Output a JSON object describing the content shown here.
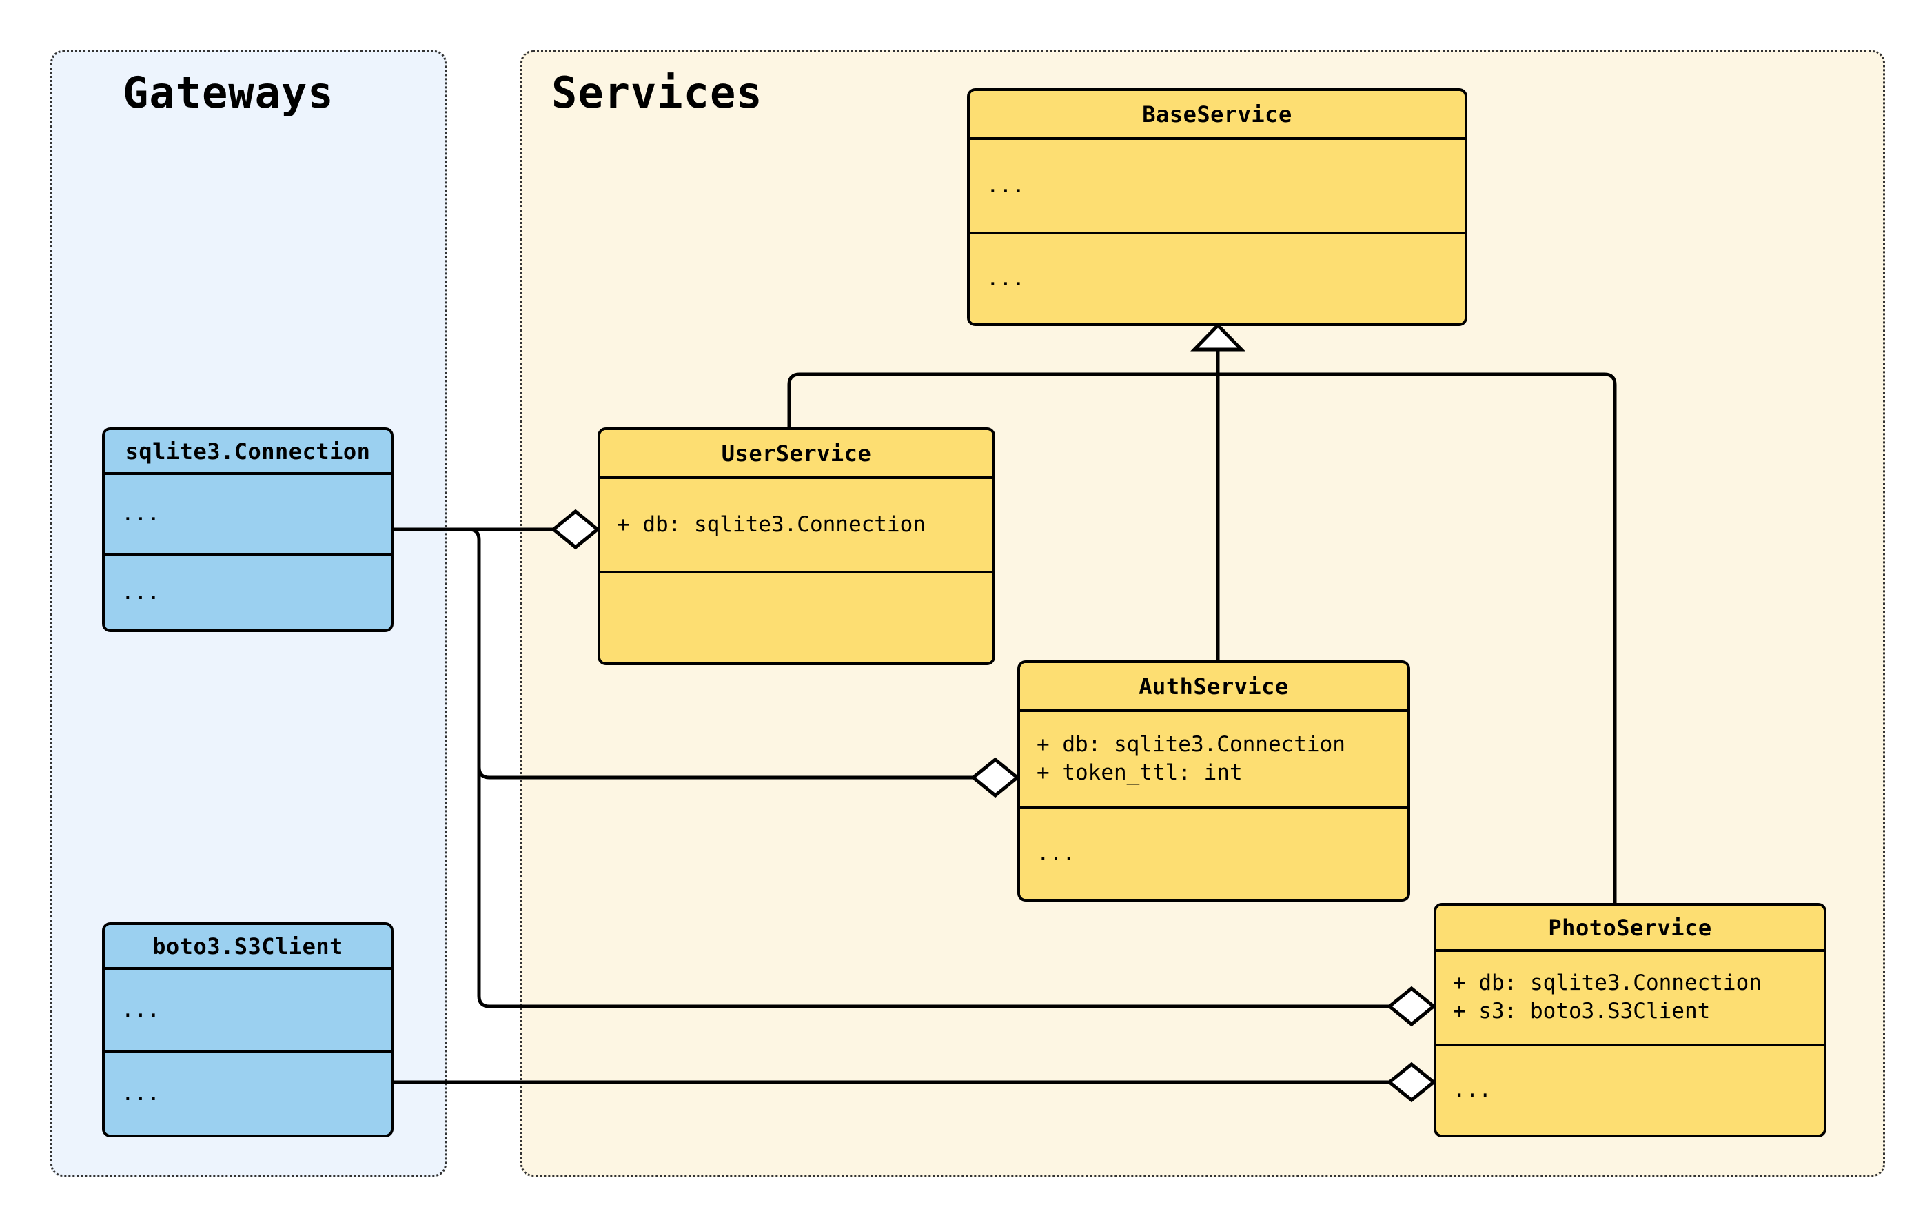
{
  "diagram": {
    "kind": "uml-class-diagram",
    "colors": {
      "gateway_panel_bg": "#EDF4FD",
      "service_panel_bg": "#FDF6E3",
      "gateway_class_fill": "#9BD0F0",
      "service_class_fill": "#FDDE72",
      "stroke": "#000000",
      "marker_fill": "#FFFFFF",
      "panel_border": "#333333"
    }
  },
  "packages": [
    {
      "id": "gateways",
      "title": "Gateways"
    },
    {
      "id": "services",
      "title": "Services"
    }
  ],
  "classes": {
    "sqlite_connection": {
      "name": "sqlite3.Connection",
      "attributes": [
        "..."
      ],
      "methods": [
        "..."
      ],
      "package": "gateways"
    },
    "s3_client": {
      "name": "boto3.S3Client",
      "attributes": [
        "..."
      ],
      "methods": [
        "..."
      ],
      "package": "gateways"
    },
    "base_service": {
      "name": "BaseService",
      "attributes": [
        "..."
      ],
      "methods": [
        "..."
      ],
      "package": "services"
    },
    "user_service": {
      "name": "UserService",
      "attributes": [
        "+ db: sqlite3.Connection"
      ],
      "methods": [],
      "package": "services"
    },
    "auth_service": {
      "name": "AuthService",
      "attributes": [
        "+ db: sqlite3.Connection",
        "+ token_ttl: int"
      ],
      "methods": [
        "..."
      ],
      "package": "services"
    },
    "photo_service": {
      "name": "PhotoService",
      "attributes": [
        "+ db: sqlite3.Connection",
        "+ s3: boto3.S3Client"
      ],
      "methods": [
        "..."
      ],
      "package": "services"
    }
  },
  "relationships": [
    {
      "type": "generalization",
      "from": "user_service",
      "to": "base_service",
      "marker": "hollow-triangle"
    },
    {
      "type": "generalization",
      "from": "auth_service",
      "to": "base_service",
      "marker": "hollow-triangle"
    },
    {
      "type": "generalization",
      "from": "photo_service",
      "to": "base_service",
      "marker": "hollow-triangle"
    },
    {
      "type": "aggregation",
      "from": "sqlite_connection",
      "to": "user_service",
      "marker": "hollow-diamond"
    },
    {
      "type": "aggregation",
      "from": "sqlite_connection",
      "to": "auth_service",
      "marker": "hollow-diamond"
    },
    {
      "type": "aggregation",
      "from": "sqlite_connection",
      "to": "photo_service",
      "marker": "hollow-diamond"
    },
    {
      "type": "aggregation",
      "from": "s3_client",
      "to": "photo_service",
      "marker": "hollow-diamond"
    }
  ]
}
